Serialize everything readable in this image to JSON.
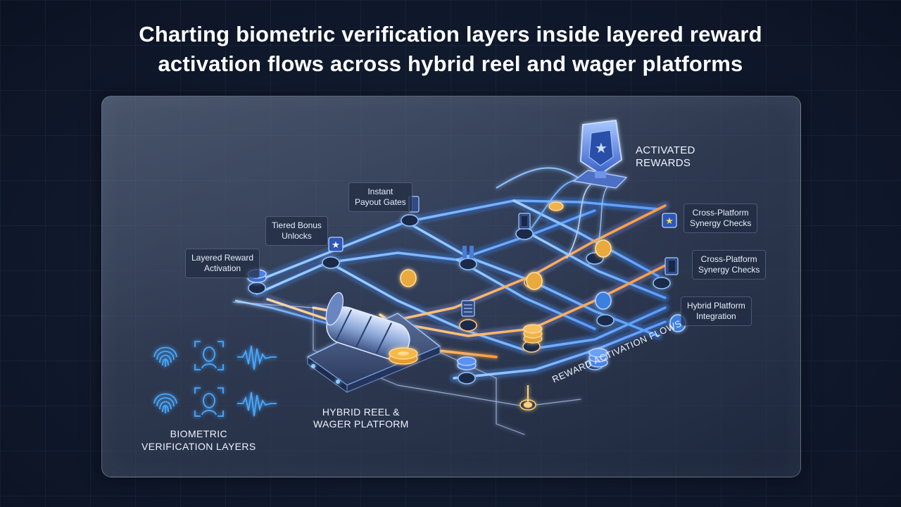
{
  "title": {
    "line1": "Charting biometric verification layers inside layered reward",
    "line2": "activation flows across hybrid reel and wager platforms"
  },
  "labels": {
    "layered_reward": {
      "line1": "Layered Reward",
      "line2": "Activation"
    },
    "tiered_bonus": {
      "line1": "Tiered Bonus",
      "line2": "Unlocks"
    },
    "instant_payout": {
      "line1": "Instant",
      "line2": "Payout Gates"
    },
    "activated_rewards": {
      "line1": "ACTIVATED",
      "line2": "REWARDS"
    },
    "cross_platform_1": {
      "line1": "Cross-Platform",
      "line2": "Synergy Checks"
    },
    "cross_platform_2": {
      "line1": "Cross-Platform",
      "line2": "Synergy Checks"
    },
    "hybrid_integration": {
      "line1": "Hybrid Platform",
      "line2": "Integration"
    },
    "hybrid_reel": {
      "line1": "HYBRID REEL &",
      "line2": "WAGER PLATFORM"
    },
    "biometric": {
      "line1": "BIOMETRIC",
      "line2": "VERIFICATION LAYERS"
    },
    "reward_flows": "REWARD ACTIVATION FLOWS"
  },
  "icons": {
    "fingerprint": "fingerprint-icon",
    "face_scan": "face-scan-icon",
    "waveform": "voice-waveform-icon",
    "trophy": "trophy-shield-icon",
    "reel": "slot-reel-icon",
    "coin": "coin-icon",
    "chip": "casino-chip-icon",
    "star_badge": "star-badge-icon",
    "gate": "gate-icon"
  },
  "colors": {
    "background": "#121c30",
    "panel": "#4a5570",
    "track": "#6fb0ff",
    "glow_orange": "#ffb35a",
    "node": "#1b2a4a",
    "accent_blue": "#3aa0ff",
    "gold": "#f2b441"
  }
}
